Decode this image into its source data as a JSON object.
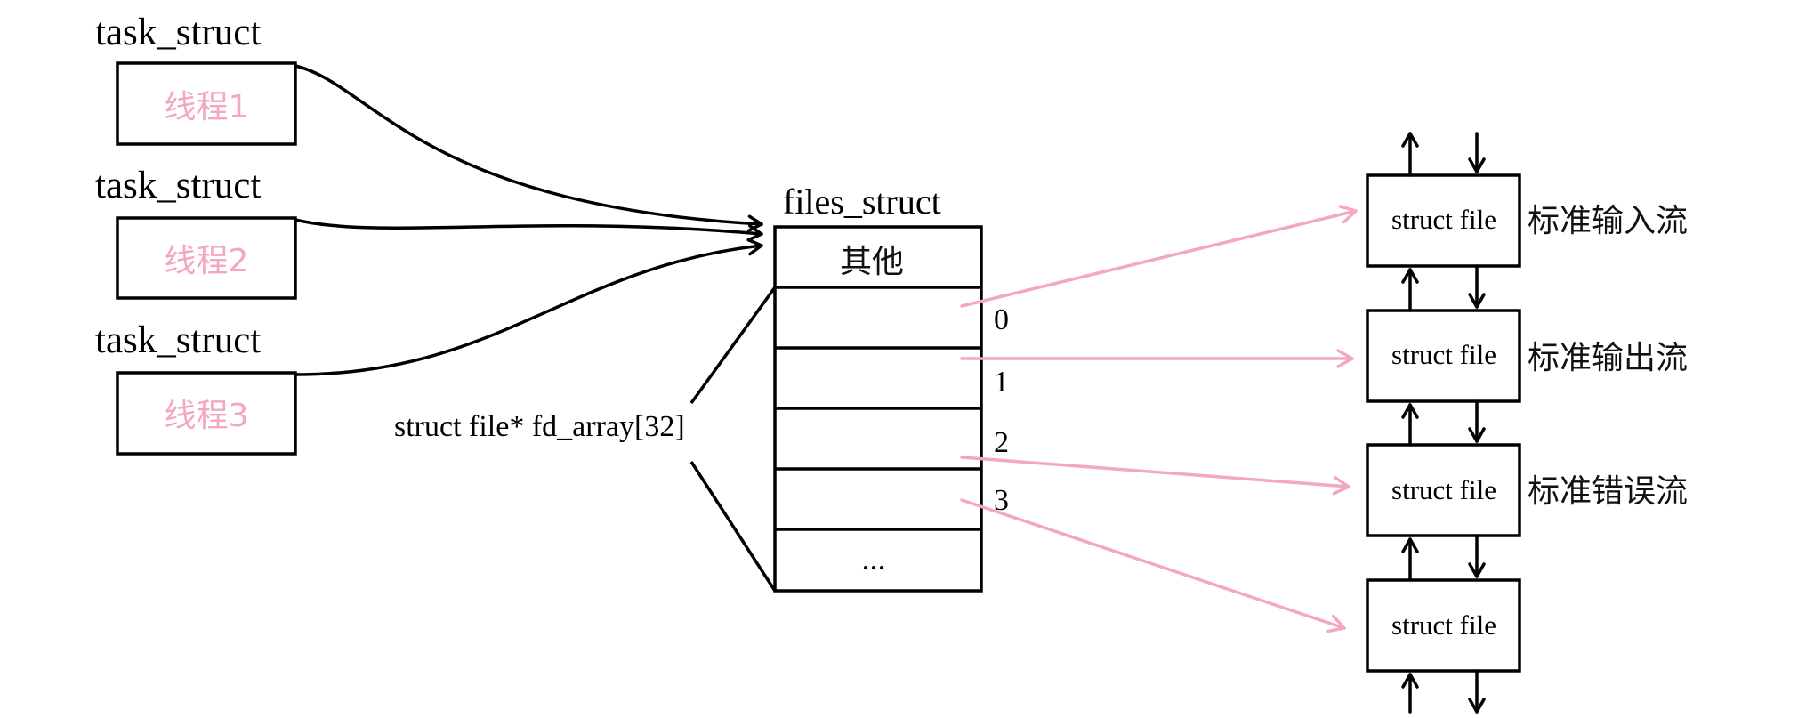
{
  "colors": {
    "pink": "#f4a7c3",
    "black": "#000000",
    "thread_text": "#f4a7c3"
  },
  "threads": [
    {
      "type_label": "task_struct",
      "name": "线程1"
    },
    {
      "type_label": "task_struct",
      "name": "线程2"
    },
    {
      "type_label": "task_struct",
      "name": "线程3"
    }
  ],
  "files_struct": {
    "title": "files_struct",
    "other_label": "其他",
    "ellipsis": "...",
    "array_label": "struct file* fd_array[32]",
    "indices": [
      "0",
      "1",
      "2",
      "3"
    ]
  },
  "files": [
    {
      "label": "struct file",
      "stream_label": "标准输入流"
    },
    {
      "label": "struct file",
      "stream_label": "标准输出流"
    },
    {
      "label": "struct file",
      "stream_label": "标准错误流"
    },
    {
      "label": "struct file",
      "stream_label": ""
    }
  ]
}
